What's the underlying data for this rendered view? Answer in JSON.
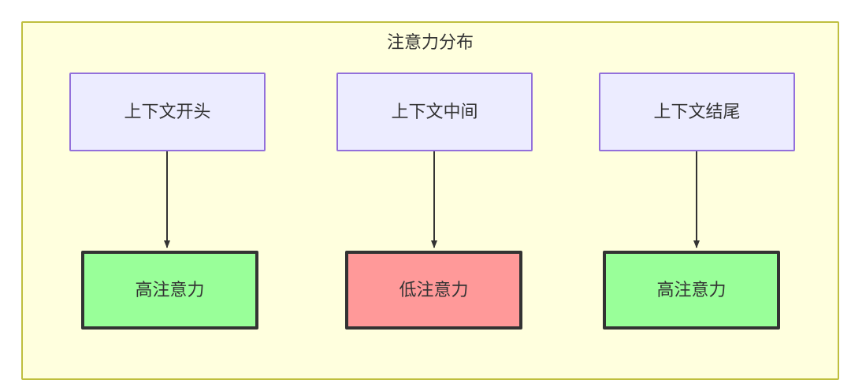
{
  "diagram": {
    "title": "注意力分布",
    "background_color": "#ffffde",
    "border_color": "#bfbf3f",
    "text_color": "#333333",
    "nodes": [
      {
        "id": "ctx-start",
        "label": "上下文开头",
        "row": "top",
        "fill": "#ececff",
        "stroke": "#9370db"
      },
      {
        "id": "ctx-middle",
        "label": "上下文中间",
        "row": "top",
        "fill": "#ececff",
        "stroke": "#9370db"
      },
      {
        "id": "ctx-end",
        "label": "上下文结尾",
        "row": "top",
        "fill": "#ececff",
        "stroke": "#9370db"
      },
      {
        "id": "attn-high-left",
        "label": "高注意力",
        "row": "bottom",
        "fill": "#99ff99",
        "stroke": "#333333"
      },
      {
        "id": "attn-low-middle",
        "label": "低注意力",
        "row": "bottom",
        "fill": "#ff9999",
        "stroke": "#333333"
      },
      {
        "id": "attn-high-right",
        "label": "高注意力",
        "row": "bottom",
        "fill": "#99ff99",
        "stroke": "#333333"
      }
    ],
    "edges": [
      {
        "from": "ctx-start",
        "to": "attn-high-left",
        "label": ""
      },
      {
        "from": "ctx-middle",
        "to": "attn-low-middle",
        "label": ""
      },
      {
        "from": "ctx-end",
        "to": "attn-high-right",
        "label": ""
      }
    ]
  }
}
